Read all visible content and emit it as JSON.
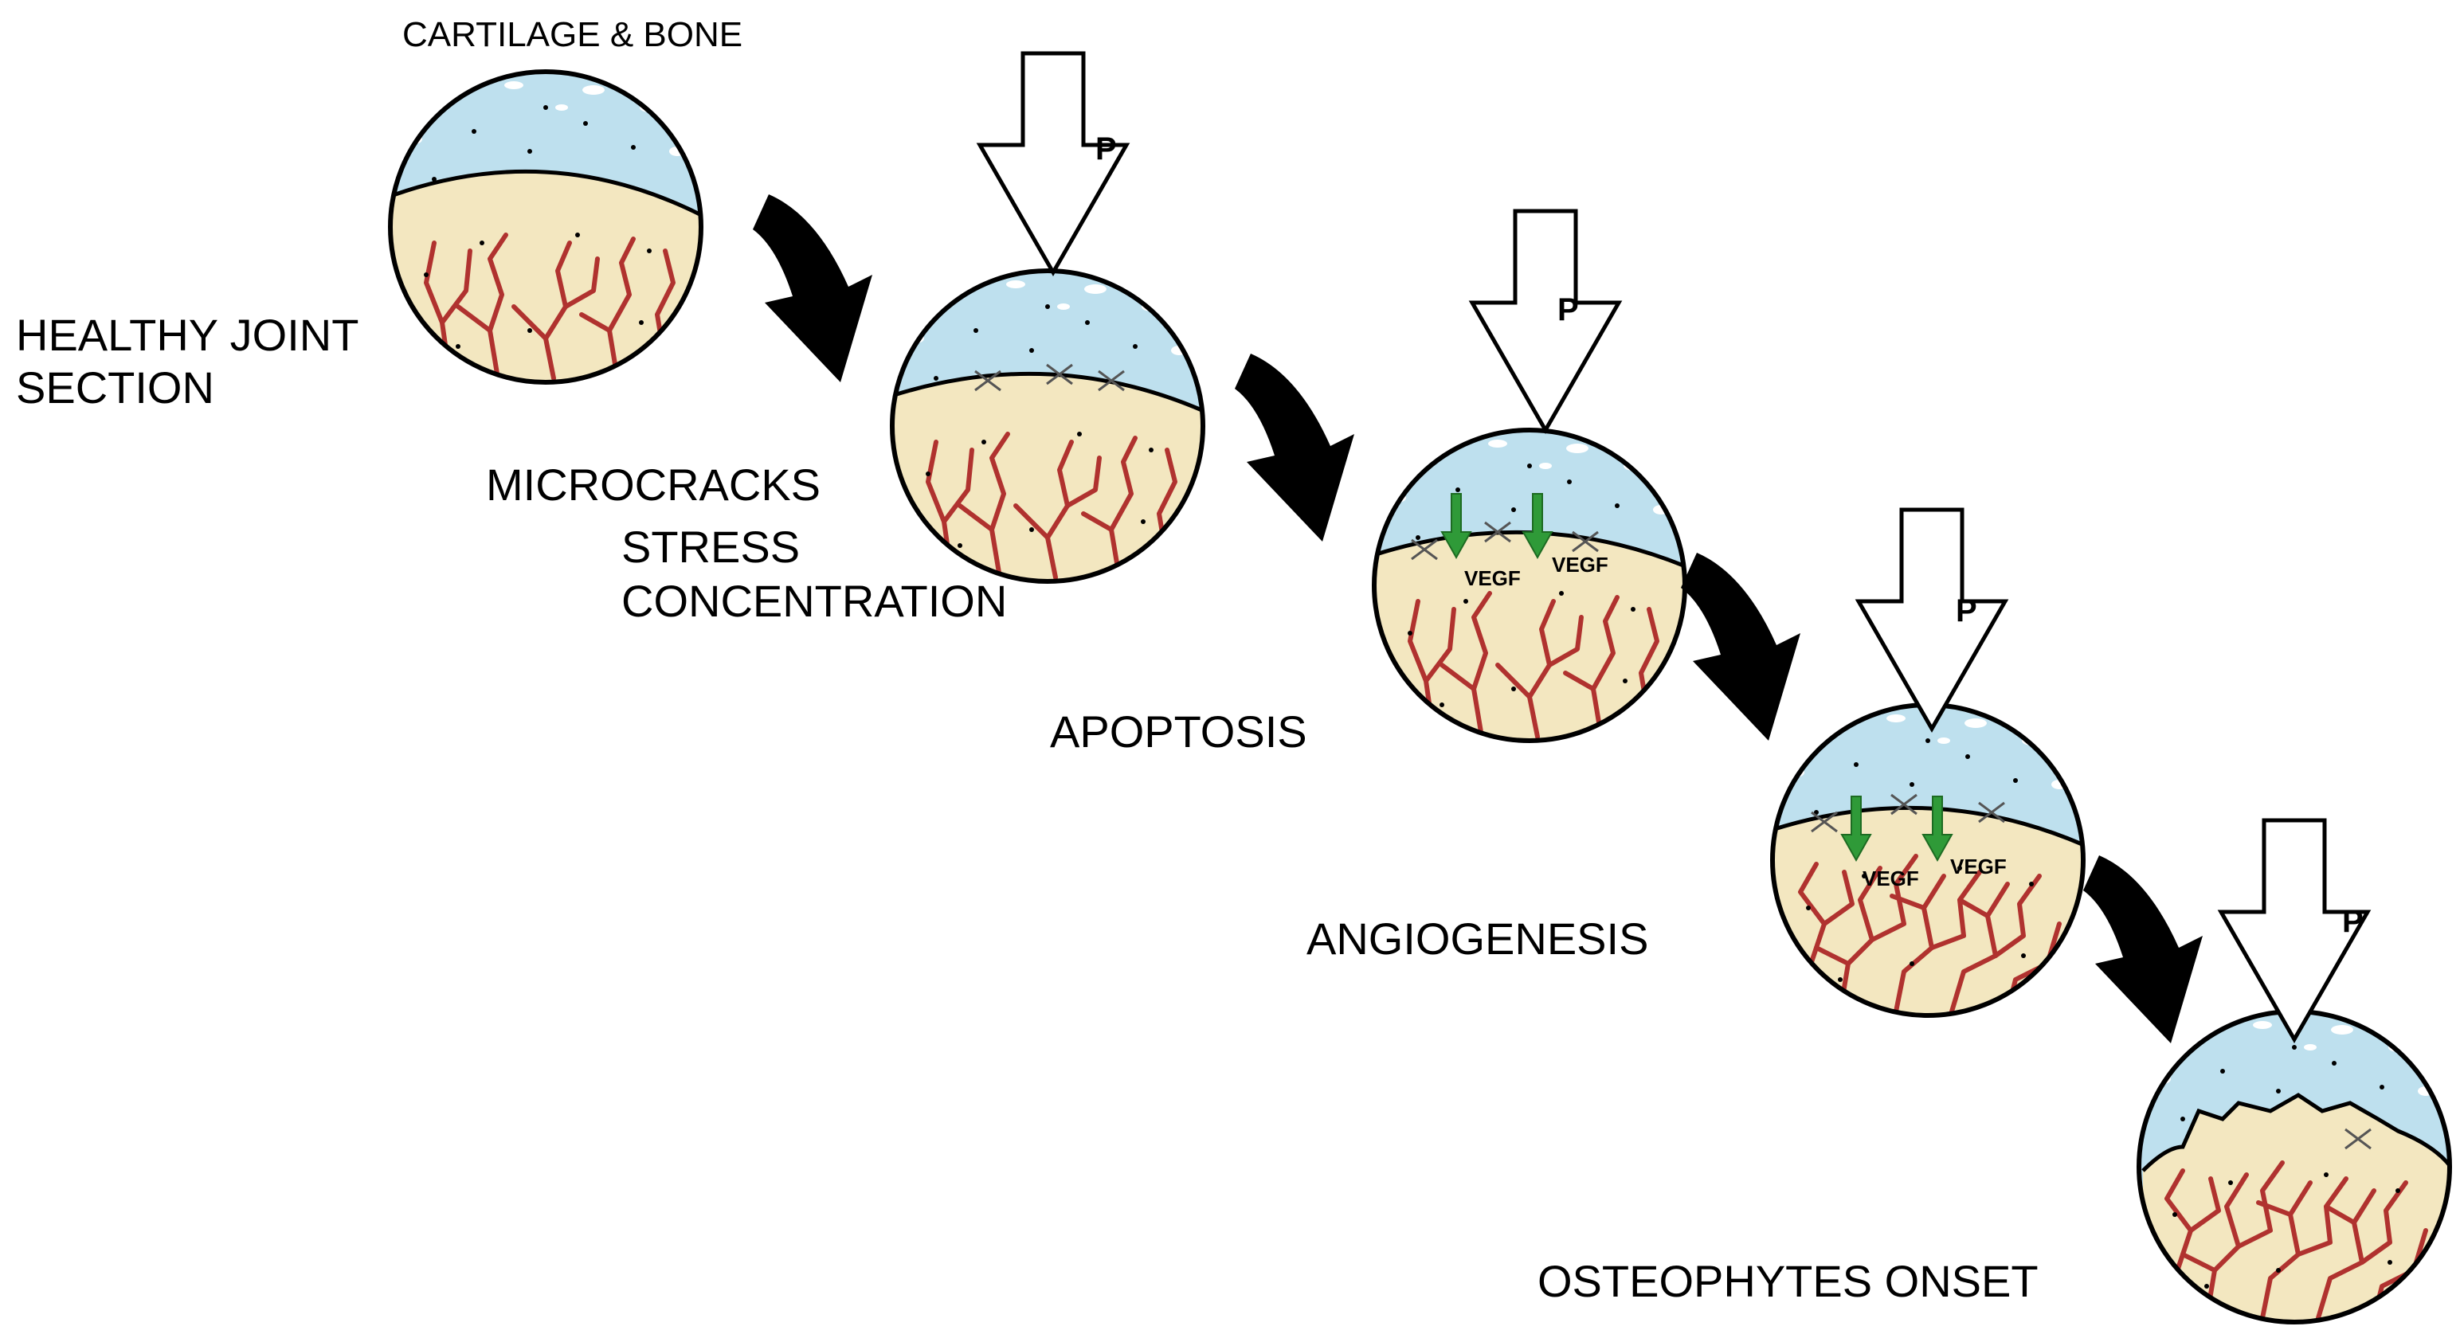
{
  "colors": {
    "cartilage": "#bee0ee",
    "bone": "#f3e7c0",
    "vessel": "#b0322f",
    "vegf_arrow": "#2f9a38",
    "stroke": "#000000",
    "background": "#ffffff"
  },
  "labels": {
    "cartilage_bone": "CARTILAGE & BONE",
    "healthy_line1": "HEALTHY JOINT",
    "healthy_line2": "SECTION",
    "microcracks": "MICROCRACKS",
    "stress": "STRESS",
    "concentration": "CONCENTRATION",
    "apoptosis": "APOPTOSIS",
    "angiogenesis": "ANGIOGENESIS",
    "osteophytes": "OSTEOPHYTES ONSET"
  },
  "load_label": "P",
  "vegf_label": "VEGF",
  "icons": {
    "load_arrow": "load-arrow-icon",
    "step_arrow": "curved-arrow-icon",
    "vegf_arrow": "green-arrow-icon",
    "microcrack": "x-mark-icon"
  },
  "stages": [
    {
      "name": "healthy-joint-section",
      "load": false,
      "cracks": false,
      "vegf": false,
      "vessel_density": "low",
      "osteophytes": false
    },
    {
      "name": "microcracks-stress-concentration",
      "load": true,
      "cracks": true,
      "vegf": false,
      "vessel_density": "low",
      "osteophytes": false
    },
    {
      "name": "apoptosis",
      "load": true,
      "cracks": true,
      "vegf": true,
      "vessel_density": "low",
      "osteophytes": false
    },
    {
      "name": "angiogenesis",
      "load": true,
      "cracks": true,
      "vegf": true,
      "vessel_density": "high",
      "osteophytes": false
    },
    {
      "name": "osteophytes-onset",
      "load": true,
      "cracks": true,
      "vegf": false,
      "vessel_density": "high",
      "osteophytes": true
    }
  ]
}
